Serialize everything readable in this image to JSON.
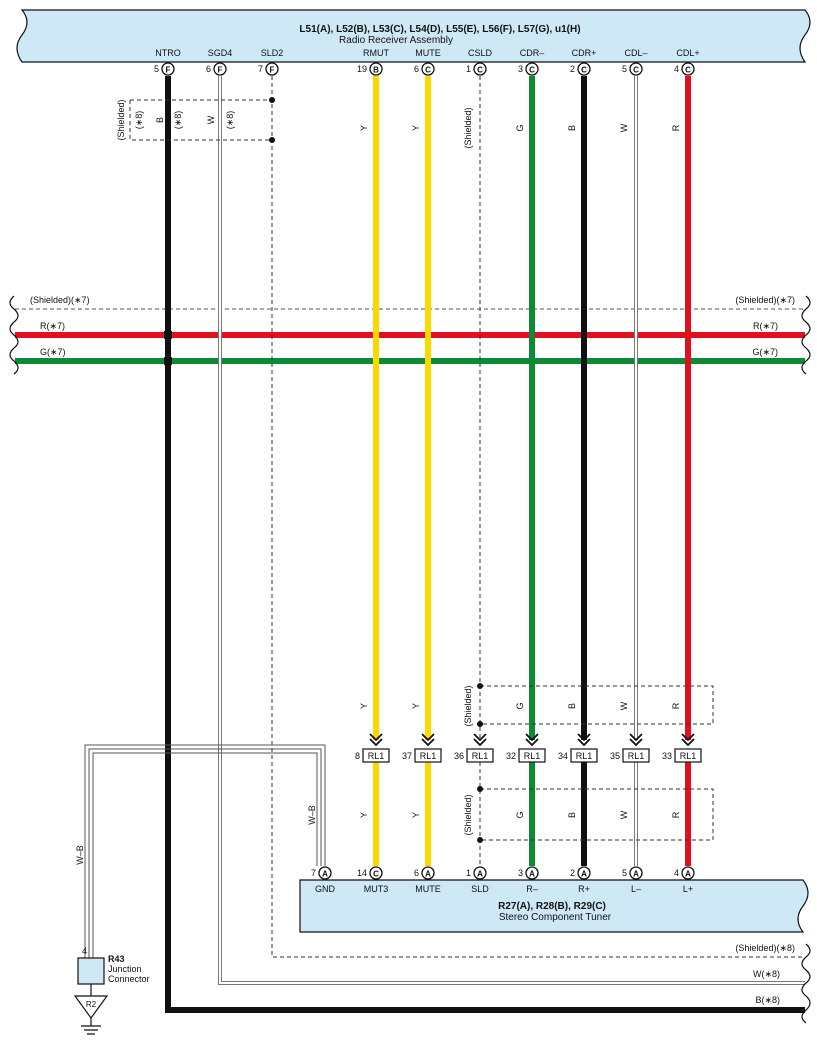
{
  "top_connector": {
    "codes": "L51(A), L52(B), L53(C), L54(D), L55(E), L56(F), L57(G), u1(H)",
    "name": "Radio Receiver Assembly",
    "pins": [
      {
        "label": "NTRO",
        "pin": "5",
        "conn": "F"
      },
      {
        "label": "SGD4",
        "pin": "6",
        "conn": "F"
      },
      {
        "label": "SLD2",
        "pin": "7",
        "conn": "F"
      },
      {
        "label": "RMUT",
        "pin": "19",
        "conn": "B"
      },
      {
        "label": "MUTE",
        "pin": "6",
        "conn": "C"
      },
      {
        "label": "CSLD",
        "pin": "1",
        "conn": "C"
      },
      {
        "label": "CDR–",
        "pin": "3",
        "conn": "C"
      },
      {
        "label": "CDR+",
        "pin": "2",
        "conn": "C"
      },
      {
        "label": "CDL–",
        "pin": "5",
        "conn": "C"
      },
      {
        "label": "CDL+",
        "pin": "4",
        "conn": "C"
      }
    ]
  },
  "bottom_connector": {
    "codes": "R27(A), R28(B), R29(C)",
    "name": "Stereo Component Tuner",
    "pins": [
      {
        "label": "GND",
        "pin": "7",
        "conn": "A"
      },
      {
        "label": "MUT3",
        "pin": "14",
        "conn": "C"
      },
      {
        "label": "MUTE",
        "pin": "6",
        "conn": "A"
      },
      {
        "label": "SLD",
        "pin": "1",
        "conn": "A"
      },
      {
        "label": "R–",
        "pin": "3",
        "conn": "A"
      },
      {
        "label": "R+",
        "pin": "2",
        "conn": "A"
      },
      {
        "label": "L–",
        "pin": "5",
        "conn": "A"
      },
      {
        "label": "L+",
        "pin": "4",
        "conn": "A"
      }
    ]
  },
  "rl1_connectors": [
    {
      "pin": "8",
      "label": "RL1"
    },
    {
      "pin": "37",
      "label": "RL1"
    },
    {
      "pin": "36",
      "label": "RL1"
    },
    {
      "pin": "32",
      "label": "RL1"
    },
    {
      "pin": "34",
      "label": "RL1"
    },
    {
      "pin": "35",
      "label": "RL1"
    },
    {
      "pin": "33",
      "label": "RL1"
    }
  ],
  "wire_labels": {
    "upper": [
      "Y",
      "Y",
      "(Shielded)",
      "G",
      "B",
      "W",
      "R"
    ],
    "middle": [
      "Y",
      "Y",
      "(Shielded)",
      "G",
      "B",
      "W",
      "R"
    ],
    "lower": [
      "Y",
      "Y",
      "(Shielded)",
      "G",
      "B",
      "W",
      "R"
    ],
    "left_box": [
      "(Shielded)",
      "B",
      "W"
    ],
    "left_box_star": "(∗8)",
    "gnd_wire": "W–B",
    "r43_wire": "W–B"
  },
  "horizontal_wires": [
    {
      "label": "(Shielded)(∗7)",
      "color": "#555555"
    },
    {
      "label": "R(∗7)",
      "color": "#e0101e"
    },
    {
      "label": "G(∗7)",
      "color": "#0c8a35"
    }
  ],
  "bottom_wires": [
    {
      "label": "(Shielded)(∗8)"
    },
    {
      "label": "W(∗8)"
    },
    {
      "label": "B(∗8)"
    }
  ],
  "junction": {
    "pin": "4",
    "code": "R43",
    "line1": "Junction",
    "line2": "Connector",
    "ground": "R2"
  },
  "colors": {
    "yellow": "#ffd800",
    "green": "#0c8a35",
    "red": "#e0101e",
    "black": "#111111",
    "white_wire": "#ffffff",
    "connector_fill": "#cfe8f6"
  }
}
